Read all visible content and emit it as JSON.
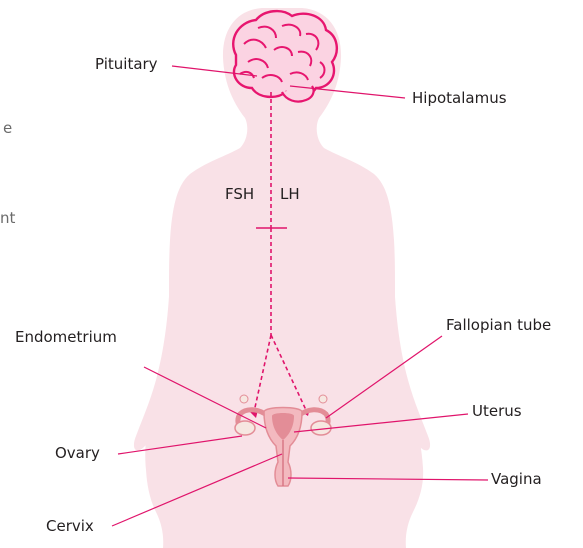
{
  "labels": {
    "pituitary": "Pituitary",
    "hipotalamus": "Hipotalamus",
    "fsh": "FSH",
    "lh": "LH",
    "fallopian_tube": "Fallopian tube",
    "endometrium": "Endometrium",
    "uterus": "Uterus",
    "ovary": "Ovary",
    "vagina": "Vagina",
    "cervix": "Cervix"
  },
  "clipped_text": {
    "line1": "e",
    "line2": "nt"
  },
  "colors": {
    "silhouette": "#f9e1e7",
    "brain": "#e7166f",
    "brain_fill": "#fbd3e2",
    "leader_line": "#e0146b",
    "uterus_fill": "#f3b9bf",
    "uterus_dark": "#e38d97",
    "ovary_fill": "#f6e7e1",
    "text": "#231f20"
  }
}
